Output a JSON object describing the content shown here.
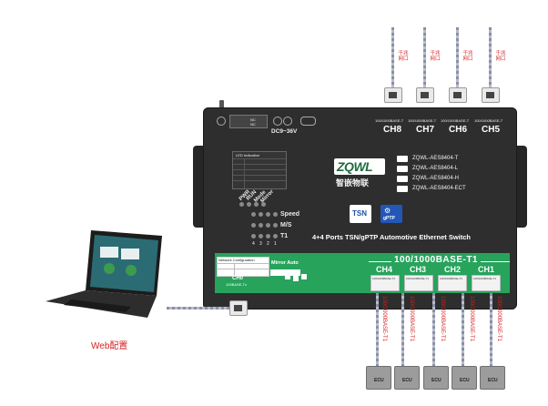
{
  "top_cables": [
    {
      "label_line1": "千兆",
      "label_line2": "网口"
    },
    {
      "label_line1": "千兆",
      "label_line2": "网口"
    },
    {
      "label_line1": "千兆",
      "label_line2": "网口"
    },
    {
      "label_line1": "千兆",
      "label_line2": "网口"
    }
  ],
  "top_ports": [
    {
      "speed": "100/1000BASE-T",
      "name": "CH8"
    },
    {
      "speed": "100/1000BASE-T",
      "name": "CH7"
    },
    {
      "speed": "100/1000BASE-T",
      "name": "CH6"
    },
    {
      "speed": "100/1000BASE-T",
      "name": "CH5"
    }
  ],
  "power": {
    "label": "DC9~36V",
    "tiny1": "NC",
    "tiny2": "NC"
  },
  "led_indication": {
    "title": "LED Indication"
  },
  "brand": {
    "logo_text": "ZQWL",
    "cn_name": "智嵌物联"
  },
  "models": [
    "ZQWL-AES8404-T",
    "ZQWL-AES8404-L",
    "ZQWL-AES8404-H",
    "ZQWL-AES8404-ECT"
  ],
  "status_labels": {
    "pwr": "PWR",
    "run": "RUN",
    "mode": "Mode",
    "mirror": "Mirror"
  },
  "led_rows": [
    "Speed",
    "M/S",
    "T1"
  ],
  "port_numbers": [
    "4",
    "3",
    "2",
    "1"
  ],
  "badges": {
    "tsn": "TSN",
    "gptp": "gPTP"
  },
  "product_title": "4+4 Ports TSN/gPTP Automotive Ethernet Switch",
  "bus": {
    "title": "100/1000BASE-T1",
    "ch": [
      "CH4",
      "CH3",
      "CH2",
      "CH1"
    ],
    "port_speed": "100/1000BASE-T1"
  },
  "network": {
    "title": "Network Configuration",
    "ch0": "CH0",
    "ch0_speed": "100BASE-Tx"
  },
  "switches": {
    "mirror": "Mirror",
    "auto": "Auto"
  },
  "bottom_cable_labels": [
    "100/1000BASE-T1",
    "100/1000BASE-T1",
    "100/1000BASE-T1",
    "100/1000BASE-T1",
    "100/1000BASE-T1"
  ],
  "ecus": [
    "ECU",
    "ECU",
    "ECU",
    "ECU",
    "ECU"
  ],
  "web_label": "Web配置",
  "colors": {
    "enclosure": "#2e2e2e",
    "bus_green": "#27a35c",
    "cn_red": "#d51f1f"
  }
}
